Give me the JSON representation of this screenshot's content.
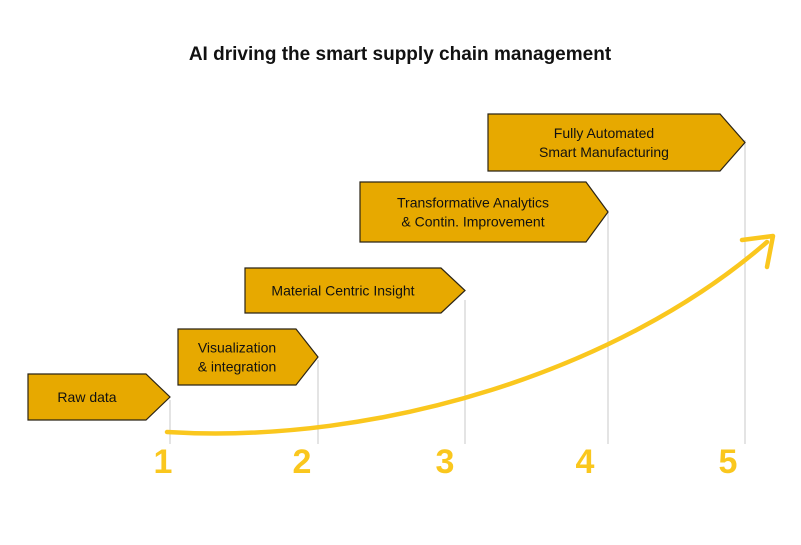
{
  "title": "AI driving the smart supply chain management",
  "colors": {
    "background": "#ffffff",
    "arrow_fill": "#E7A900",
    "arrow_stroke": "#2B2416",
    "curve": "#FAC71E",
    "numbers": "#FAC71E",
    "guide_lines": "#C8C8C8",
    "text": "#111111"
  },
  "stages": [
    {
      "number": "1",
      "lines": [
        "Raw data"
      ]
    },
    {
      "number": "2",
      "lines": [
        "Visualization",
        "& integration"
      ]
    },
    {
      "number": "3",
      "lines": [
        "Material Centric Insight"
      ]
    },
    {
      "number": "4",
      "lines": [
        "Transformative Analytics",
        "& Contin. Improvement"
      ]
    },
    {
      "number": "5",
      "lines": [
        "Fully Automated",
        "Smart Manufacturing"
      ]
    }
  ]
}
